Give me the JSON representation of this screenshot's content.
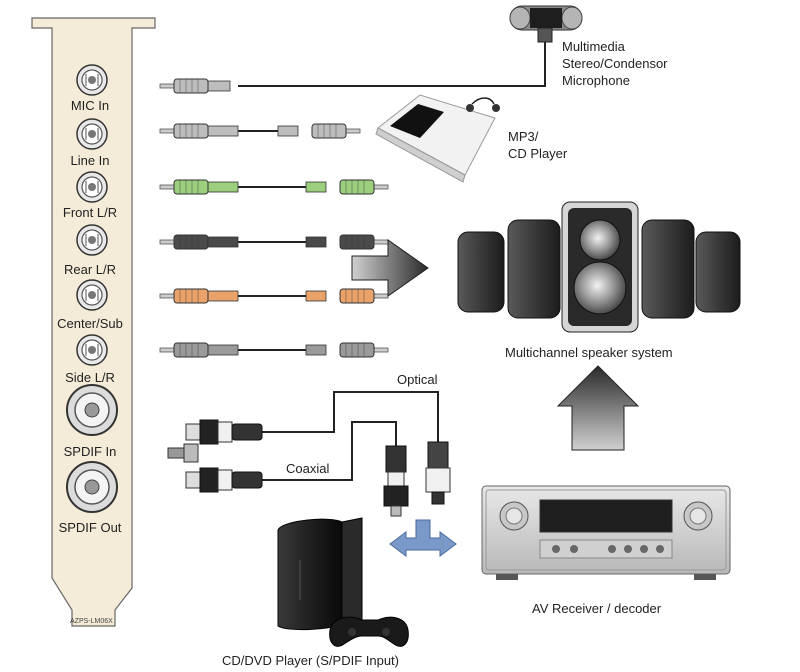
{
  "bracket": {
    "ports": [
      {
        "label": "MIC In"
      },
      {
        "label": "Line In"
      },
      {
        "label": "Front L/R"
      },
      {
        "label": "Rear L/R"
      },
      {
        "label": "Center/Sub"
      },
      {
        "label": "Side L/R"
      },
      {
        "label": "SPDIF In"
      },
      {
        "label": "SPDIF Out"
      }
    ],
    "model_label": "AZPS-LM06X"
  },
  "devices": {
    "microphone": "Multimedia\nStereo/Condensor\nMicrophone",
    "mp3": "MP3/\nCD Player",
    "speakers": "Multichannel speaker system",
    "receiver": "AV Receiver / decoder",
    "cd_dvd": "CD/DVD Player (S/PDIF Input)"
  },
  "cables": {
    "optical": "Optical",
    "coaxial": "Coaxial"
  },
  "colors": {
    "plug_silver": "#bdbdbd",
    "plug_green": "#9ccf7d",
    "plug_black": "#4a4a4a",
    "plug_orange": "#e8a26a",
    "plug_grey": "#9a9a9a",
    "bracket": "#f4ecd8"
  }
}
